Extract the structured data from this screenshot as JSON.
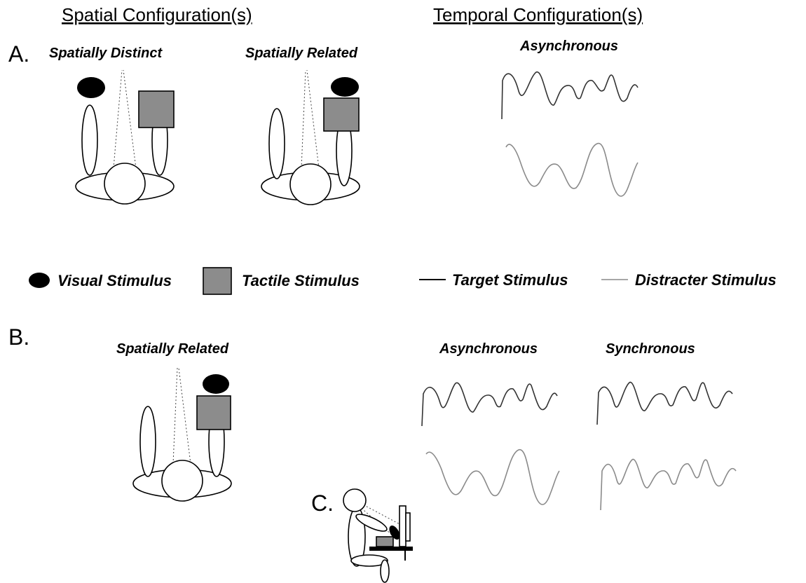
{
  "headers": {
    "spatial": "Spatial Configuration(s)",
    "temporal": "Temporal Configuration(s)"
  },
  "panel_a": {
    "letter": "A.",
    "spatially_distinct": "Spatially Distinct",
    "spatially_related": "Spatially Related",
    "asynchronous": "Asynchronous"
  },
  "legend": {
    "visual": "Visual Stimulus",
    "tactile": "Tactile Stimulus",
    "target": "Target Stimulus",
    "distracter": "Distracter Stimulus"
  },
  "panel_b": {
    "letter": "B.",
    "spatially_related": "Spatially Related",
    "asynchronous": "Asynchronous",
    "synchronous": "Synchronous"
  },
  "panel_c": {
    "letter": "C."
  },
  "colors": {
    "tactile": "#8c8c8c",
    "visual": "#000000",
    "target_line": "#333333",
    "distracter_line": "#8a8a8a"
  }
}
